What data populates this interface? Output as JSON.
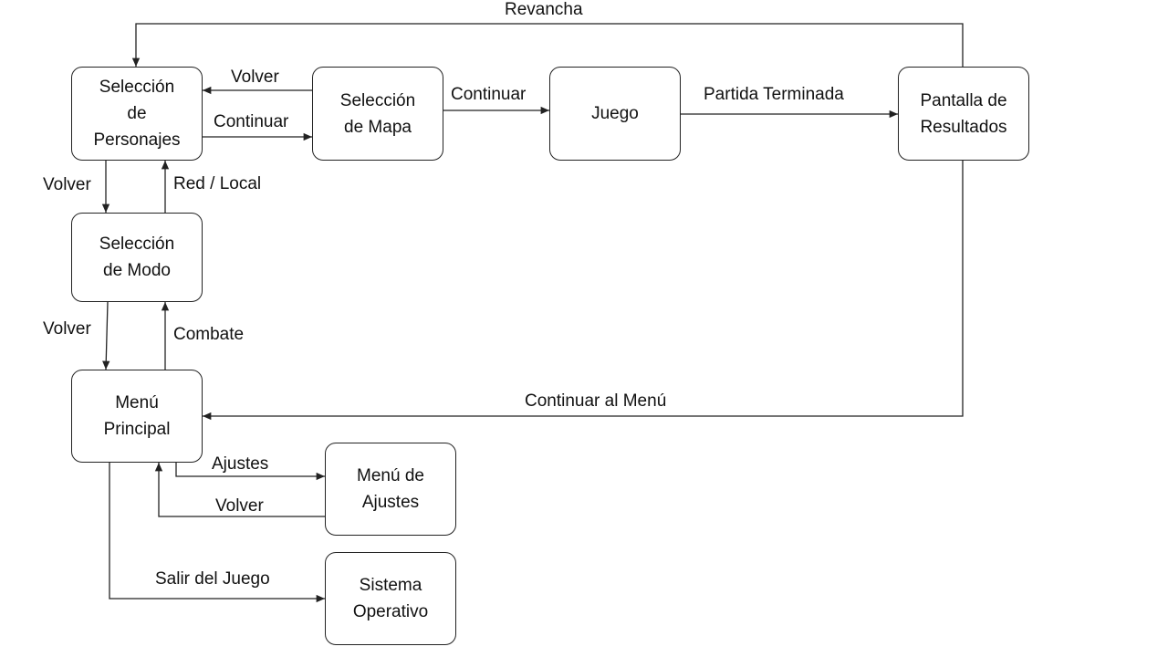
{
  "diagram": {
    "nodes": {
      "char_select": "Selección\nde\nPersonajes",
      "map_select": "Selección\nde Mapa",
      "game": "Juego",
      "results": "Pantalla de\nResultados",
      "mode_select": "Selección\nde Modo",
      "main_menu": "Menú\nPrincipal",
      "settings_menu": "Menú de\nAjustes",
      "os": "Sistema\nOperativo"
    },
    "edges": {
      "rematch": "Revancha",
      "map_back": "Volver",
      "char_continue": "Continuar",
      "map_continue": "Continuar",
      "match_over": "Partida Terminada",
      "char_back": "Volver",
      "net_local": "Red / Local",
      "mode_back": "Volver",
      "combat": "Combate",
      "continue_menu": "Continuar al Menú",
      "settings": "Ajustes",
      "settings_back": "Volver",
      "exit_game": "Salir del Juego"
    }
  }
}
